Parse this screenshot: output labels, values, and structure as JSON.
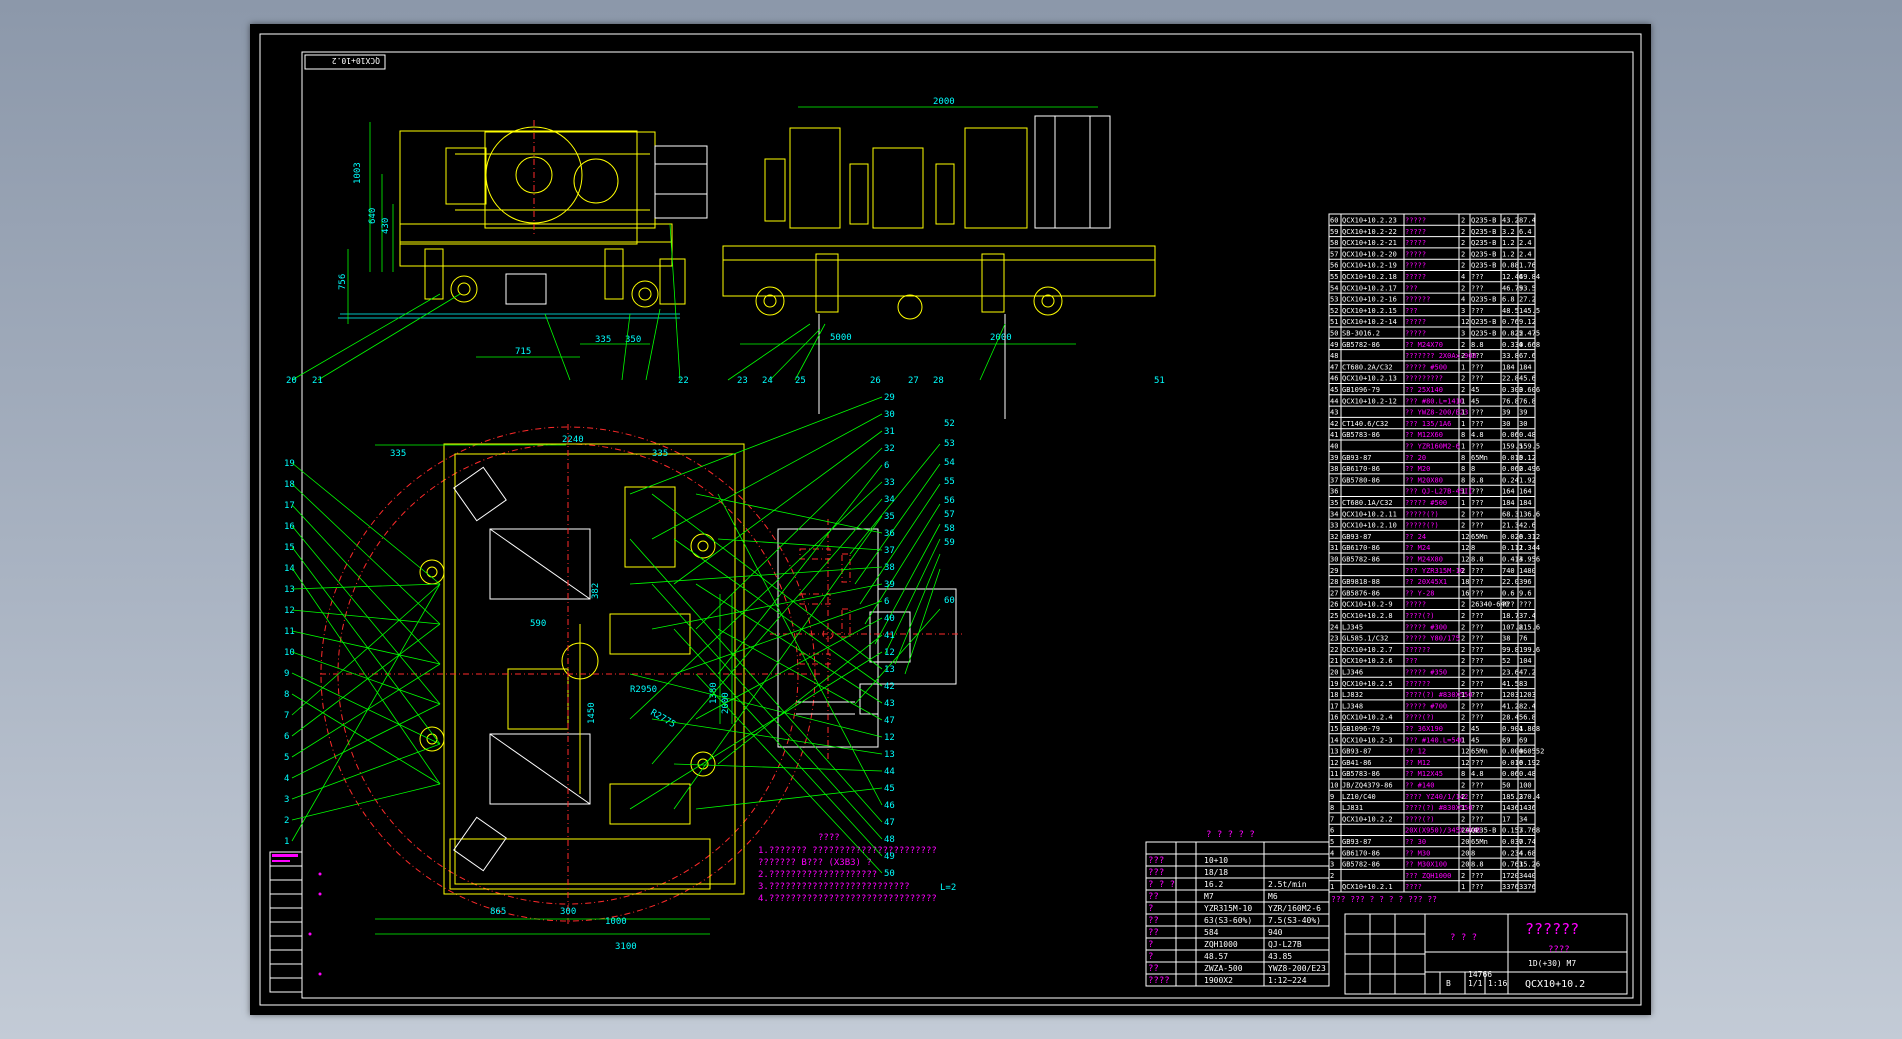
{
  "drawing": {
    "code_stamp": "QCX10+10.2",
    "scale": "1:16",
    "sheet_ratio": "1/1",
    "sheet_no": "14766",
    "sheet_label": "B",
    "title_model": "1D(+30)  M7",
    "title_code": "QCX10+10.2",
    "title_mark": "??????",
    "title_sub": "????",
    "company_mark": "? ? ?"
  },
  "dimensions": {
    "top_width_a": "2000",
    "top_width_b": "5000",
    "top_width_c": "2000",
    "base_span": "715",
    "base_a": "335",
    "base_b": "350",
    "height_a": "1003",
    "height_b": "640",
    "height_c": "430",
    "height_d": "756",
    "plan_width": "2240",
    "plan_left": "335",
    "plan_right": "335",
    "plan_bottom_a": "865",
    "plan_bottom_b": "300",
    "plan_bottom_c": "1000",
    "plan_overall": "3100",
    "radius_a": "R2950",
    "radius_b": "R2775",
    "gauge_right_a": "1380",
    "gauge_right_b": "2000",
    "mid_a": "590",
    "mid_b": "1450",
    "mid_c": "382"
  },
  "callouts_left": [
    "19",
    "18",
    "17",
    "16",
    "15",
    "14",
    "13",
    "12",
    "11",
    "10",
    "9",
    "8",
    "7",
    "6",
    "5",
    "4",
    "3",
    "2",
    "1"
  ],
  "callouts_right": [
    "29",
    "30",
    "31",
    "32",
    "6",
    "33",
    "34",
    "35",
    "36",
    "37",
    "38",
    "39",
    "6",
    "40",
    "41",
    "12",
    "13",
    "42",
    "43",
    "47",
    "12",
    "13",
    "44",
    "45",
    "46",
    "47",
    "48",
    "49",
    "50"
  ],
  "callouts_top": [
    "20",
    "21",
    "22",
    "23",
    "24",
    "25",
    "26",
    "27",
    "28",
    "51"
  ],
  "callouts_detail": [
    "52",
    "53",
    "54",
    "55",
    "56",
    "57",
    "58",
    "59",
    "60"
  ],
  "notes": {
    "heading": "????",
    "lines": [
      "1.??????? ???????????????????????",
      "  ???????   B??? (X3B3)    ?",
      "2.????????????????????",
      "3.??????????????????????????",
      "4.???????????????????????????????"
    ],
    "mark": "L=2"
  },
  "spec_table": {
    "header": "? ? ? ? ?",
    "rows": [
      [
        "???",
        "",
        "10+10",
        ""
      ],
      [
        "???",
        "",
        "18/18",
        ""
      ],
      [
        "? ? ?",
        "",
        "16.2",
        "2.5t/min"
      ],
      [
        "??",
        "",
        "M7",
        "M6"
      ],
      [
        "?",
        "",
        "YZR315M-10",
        "YZR/160M2-6"
      ],
      [
        "??",
        "",
        "63(S3-60%)",
        "7.5(S3-40%)"
      ],
      [
        "??",
        "",
        "584",
        "940"
      ],
      [
        "?",
        "",
        "ZQH1000",
        "QJ-L27B"
      ],
      [
        "?",
        "",
        "48.57",
        "43.85"
      ],
      [
        "??",
        "",
        "ZWZA-500",
        "YWZ8-200/E23"
      ],
      [
        "????",
        "",
        "1900X2",
        "1:12~224"
      ]
    ]
  },
  "parts_list": [
    [
      "60",
      "QCX10+10.2.23",
      "?????",
      "2",
      "Q235-B",
      "43.2",
      "87.4"
    ],
    [
      "59",
      "QCX10+10.2-22",
      "?????",
      "2",
      "Q235-B",
      "3.2",
      "6.4"
    ],
    [
      "58",
      "QCX10+10.2-21",
      "?????",
      "2",
      "Q235-B",
      "1.2",
      "2.4"
    ],
    [
      "57",
      "QCX10+10.2-20",
      "?????",
      "2",
      "Q235-B",
      "1.2",
      "2.4"
    ],
    [
      "56",
      "QCX10+10.2-19",
      "?????",
      "2",
      "Q235-B",
      "0.88",
      "1.76"
    ],
    [
      "55",
      "QCX10+10.2.18",
      "?????",
      "4",
      "???",
      "12.46",
      "49.84"
    ],
    [
      "54",
      "QCX10+10.2.17",
      "???",
      "2",
      "???",
      "46.75",
      "93.5"
    ],
    [
      "53",
      "QCX10+10.2-16",
      "??????",
      "4",
      "Q235-B",
      "6.8",
      "27.2"
    ],
    [
      "52",
      "QCX10+10.2.15",
      "???",
      "3",
      "???",
      "48.5",
      "145.5"
    ],
    [
      "51",
      "QCX10+10.2-14",
      "?????",
      "12",
      "Q235-B",
      "0.76",
      "9.12"
    ],
    [
      "50",
      "SB-3016.2",
      "?????",
      "3",
      "Q235-B",
      "0.825",
      "2.475"
    ],
    [
      "49",
      "GB5782-86",
      "?? M24X70",
      "2",
      "8.8",
      "0.334",
      "0.668"
    ],
    [
      "48",
      "",
      "??????? 2X0Ax-900",
      "2",
      "???",
      "33.8",
      "67.6"
    ],
    [
      "47",
      "CT680.2A/C32",
      "?????  #500",
      "1",
      "???",
      "184",
      "184"
    ],
    [
      "46",
      "QCX10+10.2.13",
      "?????????",
      "2",
      "???",
      "22.8",
      "45.6"
    ],
    [
      "45",
      "GB1096-79",
      "?? 25X140",
      "2",
      "45",
      "0.303",
      "0.606"
    ],
    [
      "44",
      "QCX10+10.2-12",
      "??? #80.L=1410",
      "1",
      "45",
      "76.8",
      "76.8"
    ],
    [
      "43",
      "",
      "?? YWZ8-200/E23",
      "1",
      "???",
      "39",
      "39"
    ],
    [
      "42",
      "CT140.6/C32",
      "??? 135/1A6",
      "1",
      "???",
      "30",
      "30"
    ],
    [
      "41",
      "GB5783-86",
      "?? M12X60",
      "8",
      "4.8",
      "0.06",
      "0.48"
    ],
    [
      "40",
      "",
      "?? YZR160M2-6",
      "1",
      "???",
      "159.5",
      "159.5"
    ],
    [
      "39",
      "GB93-87",
      "?? 20",
      "8",
      "65Mn",
      "0.015",
      "0.12"
    ],
    [
      "38",
      "GB6170-86",
      "?? M20",
      "8",
      "8",
      "0.062",
      "0.496"
    ],
    [
      "37",
      "GB5780-86",
      "?? M20X80",
      "8",
      "8.8",
      "0.24",
      "1.92"
    ],
    [
      "36",
      "",
      "??? QJ-L27B-45II",
      "1",
      "???",
      "164",
      "164"
    ],
    [
      "35",
      "CT680.1A/C32",
      "?????  #500",
      "1",
      "???",
      "184",
      "184"
    ],
    [
      "34",
      "QCX10+10.2.11",
      "?????(?)",
      "2",
      "???",
      "68.3",
      "136.6"
    ],
    [
      "33",
      "QCX10+10.2.10",
      "?????(?)",
      "2",
      "???",
      "21.3",
      "42.6"
    ],
    [
      "32",
      "GB93-87",
      "?? 24",
      "12",
      "65Mn",
      "0.026",
      "0.312"
    ],
    [
      "31",
      "GB6170-86",
      "?? M24",
      "12",
      "8",
      "0.112",
      "1.344"
    ],
    [
      "30",
      "GB5782-86",
      "?? M24X80",
      "12",
      "8.8",
      "0.413",
      "4.956"
    ],
    [
      "29",
      "",
      "??? YZR315M-10",
      "2",
      "???",
      "740",
      "1480"
    ],
    [
      "28",
      "GB9818-88",
      "?? 20X45X1",
      "18",
      "???",
      "22.0",
      "396"
    ],
    [
      "27",
      "GB5876-86",
      "?? Y-28",
      "16",
      "???",
      "0.6",
      "9.6"
    ],
    [
      "26",
      "QCX10+10.2-9",
      "?????",
      "2",
      "26340-640",
      "???",
      "???"
    ],
    [
      "25",
      "QCX10+10.2.8",
      "????(?)",
      "2",
      "???",
      "18.7",
      "37.4"
    ],
    [
      "24",
      "LJ345",
      "????? #300",
      "2",
      "???",
      "107.8",
      "215.6"
    ],
    [
      "23",
      "GL585.1/C32",
      "?????  Y80/175",
      "2",
      "???",
      "38",
      "76"
    ],
    [
      "22",
      "QCX10+10.2.7",
      "??????",
      "2",
      "???",
      "99.8",
      "199.6"
    ],
    [
      "21",
      "QCX10+10.2.6",
      "???",
      "2",
      "???",
      "52",
      "104"
    ],
    [
      "20",
      "LJ346",
      "?????  #350",
      "2",
      "???",
      "23.6",
      "47.2"
    ],
    [
      "19",
      "QCX10+10.2.5",
      "??????",
      "2",
      "???",
      "41.5",
      "83"
    ],
    [
      "18",
      "LJ832",
      "????(?) #830X550",
      "1",
      "???",
      "1203",
      "1203"
    ],
    [
      "17",
      "LJ348",
      "????? #700",
      "2",
      "???",
      "41.2",
      "82.4"
    ],
    [
      "16",
      "QCX10+10.2.4",
      "????(?)",
      "2",
      "???",
      "28.4",
      "56.8"
    ],
    [
      "15",
      "GB1096-79",
      "?? 36X190",
      "2",
      "45",
      "0.904",
      "1.808"
    ],
    [
      "14",
      "QCX10+10.2-3",
      "??? #140.L=540",
      "1",
      "45",
      "69",
      "69"
    ],
    [
      "13",
      "GB93-87",
      "?? 12",
      "12",
      "65Mn",
      "0.0046",
      "0.0552"
    ],
    [
      "12",
      "GB41-86",
      "?? M12",
      "12",
      "???",
      "0.016",
      "0.192"
    ],
    [
      "11",
      "GB5783-86",
      "?? M12X45",
      "8",
      "4.8",
      "0.06",
      "0.48"
    ],
    [
      "10",
      "JB/ZQ4379-86",
      "?? #140",
      "2",
      "???",
      "50",
      "100"
    ],
    [
      "9",
      "LZ10/C40",
      "????  YZ40/1/142",
      "2",
      "???",
      "185.2",
      "370.4"
    ],
    [
      "8",
      "LJ831",
      "????(?) #830X550",
      "1",
      "???",
      "1436",
      "1436"
    ],
    [
      "7",
      "QCX10+10.2.2",
      "????(?)",
      "2",
      "???",
      "17",
      "34"
    ],
    [
      "6",
      "",
      "20X(X950)/345X1040",
      "24/4",
      "Q235-B",
      "0.157",
      "3.768"
    ],
    [
      "5",
      "GB93-87",
      "?? 30",
      "20",
      "65Mn",
      "0.037",
      "0.74"
    ],
    [
      "4",
      "GB6170-86",
      "?? M30",
      "20",
      "8",
      "0.234",
      "4.68"
    ],
    [
      "3",
      "GB5782-86",
      "?? M30X100",
      "20",
      "8.8",
      "0.763",
      "15.26"
    ],
    [
      "2",
      "",
      "??? ZQH1000",
      "2",
      "???",
      "1720",
      "3440"
    ],
    [
      "1",
      "QCX10+10.2.1",
      "????",
      "1",
      "???",
      "3376",
      "3376"
    ]
  ],
  "parts_footer": "???  ???  ? ? ? ?  ???  ??"
}
